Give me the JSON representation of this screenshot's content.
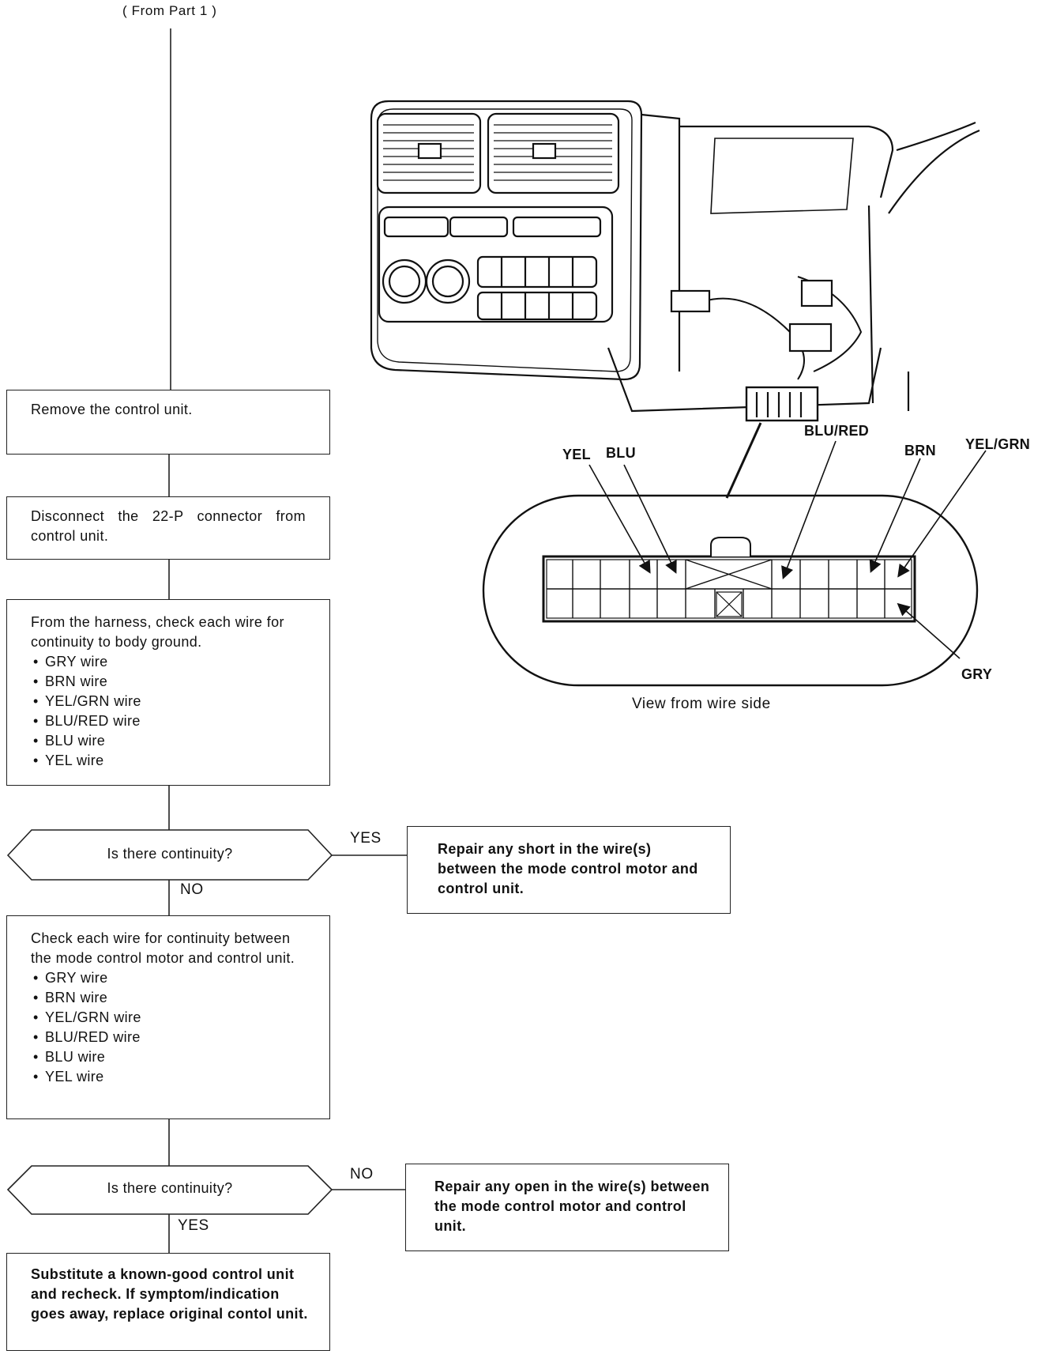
{
  "header": {
    "from_part": "( From Part 1 )"
  },
  "steps": {
    "remove": "Remove the control unit.",
    "disconnect": "Disconnect the 22-P connector from control unit.",
    "check_ground": {
      "intro": "From the harness, check each wire for continuity to body ground.",
      "wires": [
        "GRY wire",
        "BRN wire",
        "YEL/GRN wire",
        "BLU/RED wire",
        "BLU wire",
        "YEL wire"
      ]
    },
    "check_between": {
      "intro": "Check each wire for continuity between the mode control motor and control unit.",
      "wires": [
        "GRY wire",
        "BRN wire",
        "YEL/GRN wire",
        "BLU/RED wire",
        "BLU wire",
        "YEL wire"
      ]
    },
    "substitute": "Substitute a known-good control unit and recheck. If symptom/indication goes away, replace original contol unit."
  },
  "decisions": {
    "first": {
      "question": "Is there continuity?",
      "right_label": "YES",
      "down_label": "NO"
    },
    "second": {
      "question": "Is there continuity?",
      "right_label": "NO",
      "down_label": "YES"
    }
  },
  "results": {
    "repair_short": "Repair any short in the wire(s) between the mode control motor and control unit.",
    "repair_open": "Repair any open in the wire(s) between the mode control motor and control unit."
  },
  "connector": {
    "wire_labels": {
      "yel": "YEL",
      "blu": "BLU",
      "blu_red": "BLU/RED",
      "brn": "BRN",
      "yel_grn": "YEL/GRN",
      "gry": "GRY"
    },
    "caption": "View from wire side"
  }
}
